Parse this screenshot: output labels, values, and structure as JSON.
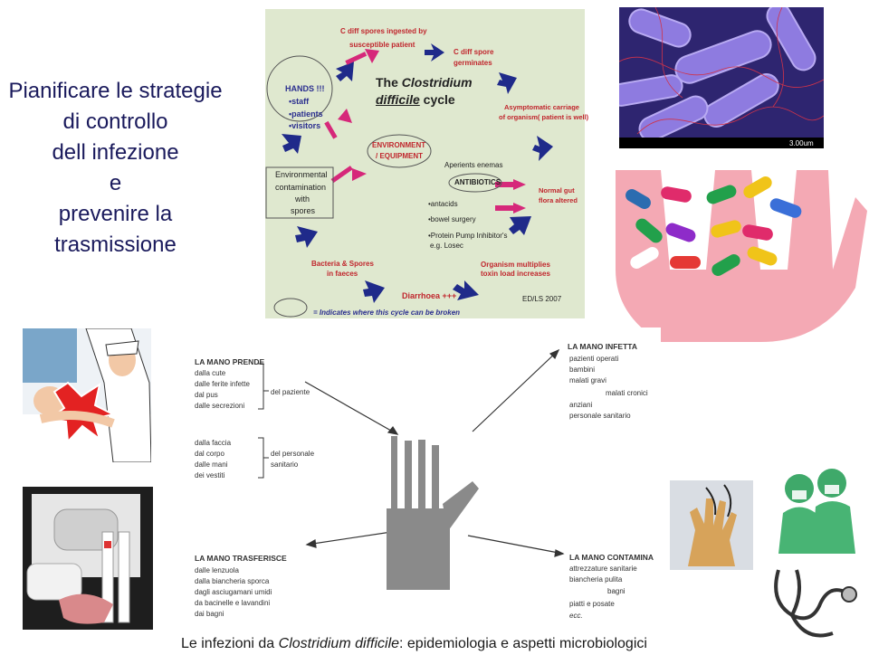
{
  "title": {
    "lines": [
      "Pianificare le strategie",
      "di controllo",
      "dell infezione",
      "e",
      "prevenire la",
      "trasmissione"
    ]
  },
  "cycle": {
    "ingested": "C diff spores ingested by",
    "susceptible": "susceptible patient",
    "hands": "HANDS !!!",
    "staff": "•staff",
    "patients": "•patients",
    "visitors": "•visitors",
    "title_the": "The ",
    "title_clostridium": "Clostridium",
    "title_difficile": "difficile",
    "title_cycle": " cycle",
    "germinates_1": "C diff spore",
    "germinates_2": "germinates",
    "asymptomatic_1": "Asymptomatic carriage",
    "asymptomatic_2": "of organism( patient is well)",
    "environment_1": "ENVIRONMENT",
    "environment_2": "/ EQUIPMENT",
    "env_contam_1": "Environmental",
    "env_contam_2": "contamination",
    "env_contam_3": "with",
    "env_contam_4": "spores",
    "aperients": "Aperients enemas",
    "antibiotics": "ANTIBIOTICS",
    "normal_gut_1": "Normal gut",
    "normal_gut_2": "flora altered",
    "antacids": "•antacids",
    "bowel": "•bowel surgery",
    "ppi_1": "•Protein Pump Inhibitor's",
    "ppi_2": "e.g. Losec",
    "bacteria_faeces_1": "Bacteria & Spores",
    "bacteria_faeces_2": "in faeces",
    "organism_1": "Organism multiplies",
    "organism_2": "toxin load increases",
    "diarrhoea": "Diarrhoea +++",
    "edls": "ED/LS 2007",
    "legend": "= Indicates where this cycle can be broken"
  },
  "bacteria_scale": "3.00um",
  "hand_diagram": {
    "prende_head": "LA MANO PRENDE",
    "prende_items": [
      "dalla cute",
      "dalle ferite infette",
      "dal pus",
      "dalle secrezioni"
    ],
    "del_paziente": "del paziente",
    "faccia_items": [
      "dalla faccia",
      "dal corpo",
      "dalle mani",
      "dei vestiti"
    ],
    "del_personale_1": "del personale",
    "del_personale_2": "sanitario",
    "infetta_head": "LA MANO INFETTA",
    "infetta_items": [
      "pazienti operati",
      "bambini",
      "malati gravi",
      "anziani",
      "personale sanitario"
    ],
    "malati_cronici": "malati cronici",
    "trasferisce_head": "LA MANO TRASFERISCE",
    "trasferisce_items": [
      "dalle lenzuola",
      "dalla biancheria sporca",
      "dagli asciugamani umidi",
      "da bacinelle e lavandini",
      "dai bagni"
    ],
    "contamina_head": "LA MANO CONTAMINA",
    "contamina_items": [
      "attrezzature sanitarie",
      "biancheria pulita",
      "bagni",
      "piatti e posate",
      "ecc."
    ]
  },
  "caption": {
    "prefix": "Le infezioni da ",
    "species_1": "Clostridium",
    "species_2": "difficile",
    "suffix": ": epidemiologia e aspetti microbiologici"
  },
  "colors": {
    "cycle_bg": "#dfe8cf",
    "arrow_blue": "#1f2a8a",
    "arrow_pink": "#d6287a",
    "text_red": "#c0262d"
  }
}
